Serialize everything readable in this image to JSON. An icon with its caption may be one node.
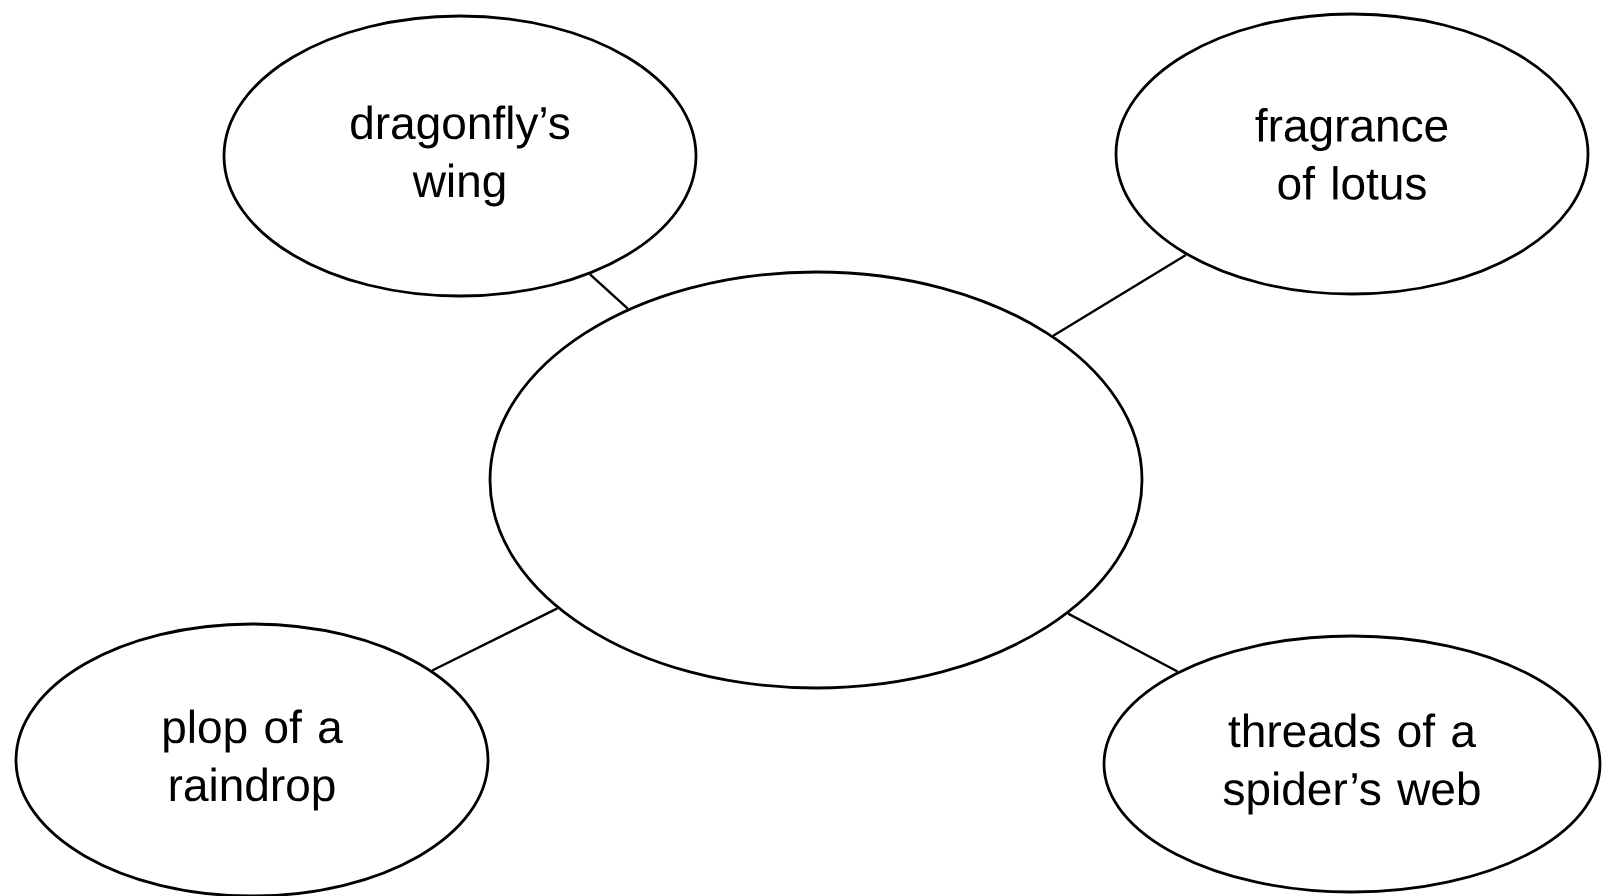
{
  "diagram": {
    "nodes": [
      {
        "text": [
          "dragonfly’s wing"
        ]
      },
      {
        "text": [
          "fragrance of lotus"
        ]
      },
      {
        "text": [],
        "shape": "circle"
      },
      {
        "text": [
          "plop of a raindrop"
        ]
      },
      {
        "text": [
          "threads of a spider’s web"
        ]
      }
    ],
    "edges": [
      {
        "from": 2,
        "to": 0,
        "arrow": "none"
      },
      {
        "from": 2,
        "to": 1,
        "arrow": "none"
      },
      {
        "from": 2,
        "to": 3,
        "arrow": "none"
      },
      {
        "from": 2,
        "to": 4,
        "arrow": "none"
      }
    ]
  }
}
